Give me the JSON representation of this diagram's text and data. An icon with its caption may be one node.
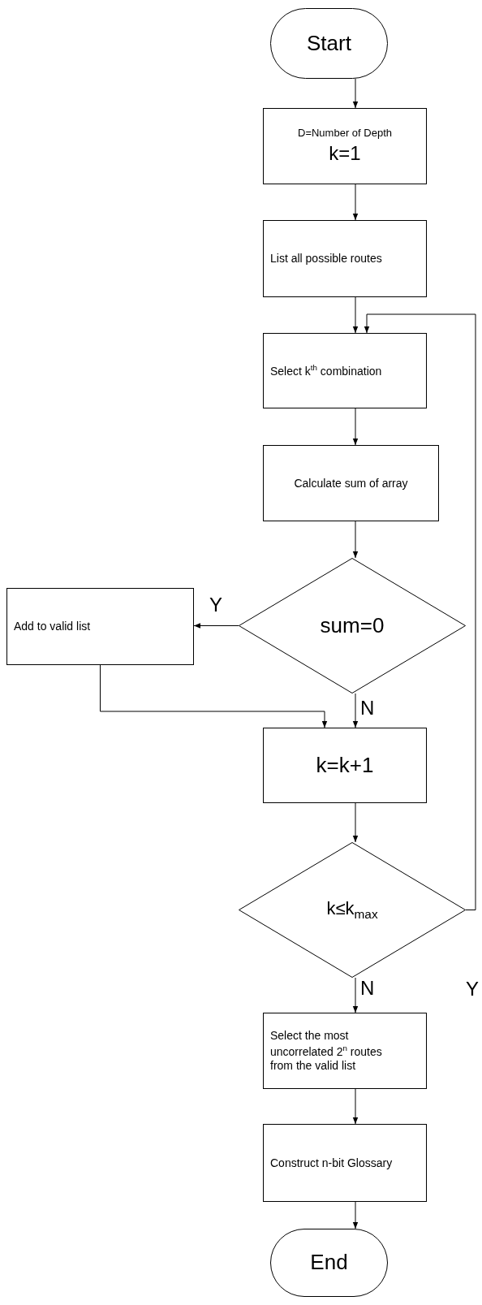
{
  "diagram": {
    "nodes": [
      {
        "text": [
          "Start"
        ]
      },
      {
        "text": [
          "D=Number of Depth",
          "k=1"
        ]
      },
      {
        "text": [
          "List all possible routes"
        ]
      },
      {
        "text": [
          "Select k$^{th}$ combination"
        ]
      },
      {
        "text": [
          "Calculate sum of array"
        ]
      },
      {
        "text": [
          "sum=0"
        ]
      },
      {
        "text": [
          "Add to valid list"
        ]
      },
      {
        "text": [
          "k=k+1"
        ]
      },
      {
        "text": [
          "k≤k$_{max}$"
        ]
      },
      {
        "text": [
          "Select the most uncorrelated 2$^{n}$ routes from the valid list"
        ]
      },
      {
        "text": [
          "Construct n-bit Glossary"
        ]
      },
      {
        "text": [
          "End"
        ]
      }
    ],
    "edges": [
      {
        "from": 0,
        "to": 1,
        "arrow": "to"
      },
      {
        "from": 1,
        "to": 2,
        "arrow": "to"
      },
      {
        "from": 2,
        "to": 3,
        "arrow": "to"
      },
      {
        "from": 3,
        "to": 4,
        "arrow": "to"
      },
      {
        "from": 4,
        "to": 5,
        "arrow": "to"
      },
      {
        "from": 5,
        "to": 6,
        "arrow": "to",
        "label": "Y"
      },
      {
        "from": 6,
        "to": 7,
        "arrow": "to"
      },
      {
        "from": 5,
        "to": 7,
        "arrow": "to",
        "label": "N"
      },
      {
        "from": 7,
        "to": 8,
        "arrow": "to"
      },
      {
        "from": 8,
        "to": 3,
        "arrow": "to",
        "label": "Y"
      },
      {
        "from": 8,
        "to": 9,
        "arrow": "to",
        "label": "N"
      },
      {
        "from": 9,
        "to": 10,
        "arrow": "to"
      },
      {
        "from": 10,
        "to": 11,
        "arrow": "to"
      }
    ]
  }
}
